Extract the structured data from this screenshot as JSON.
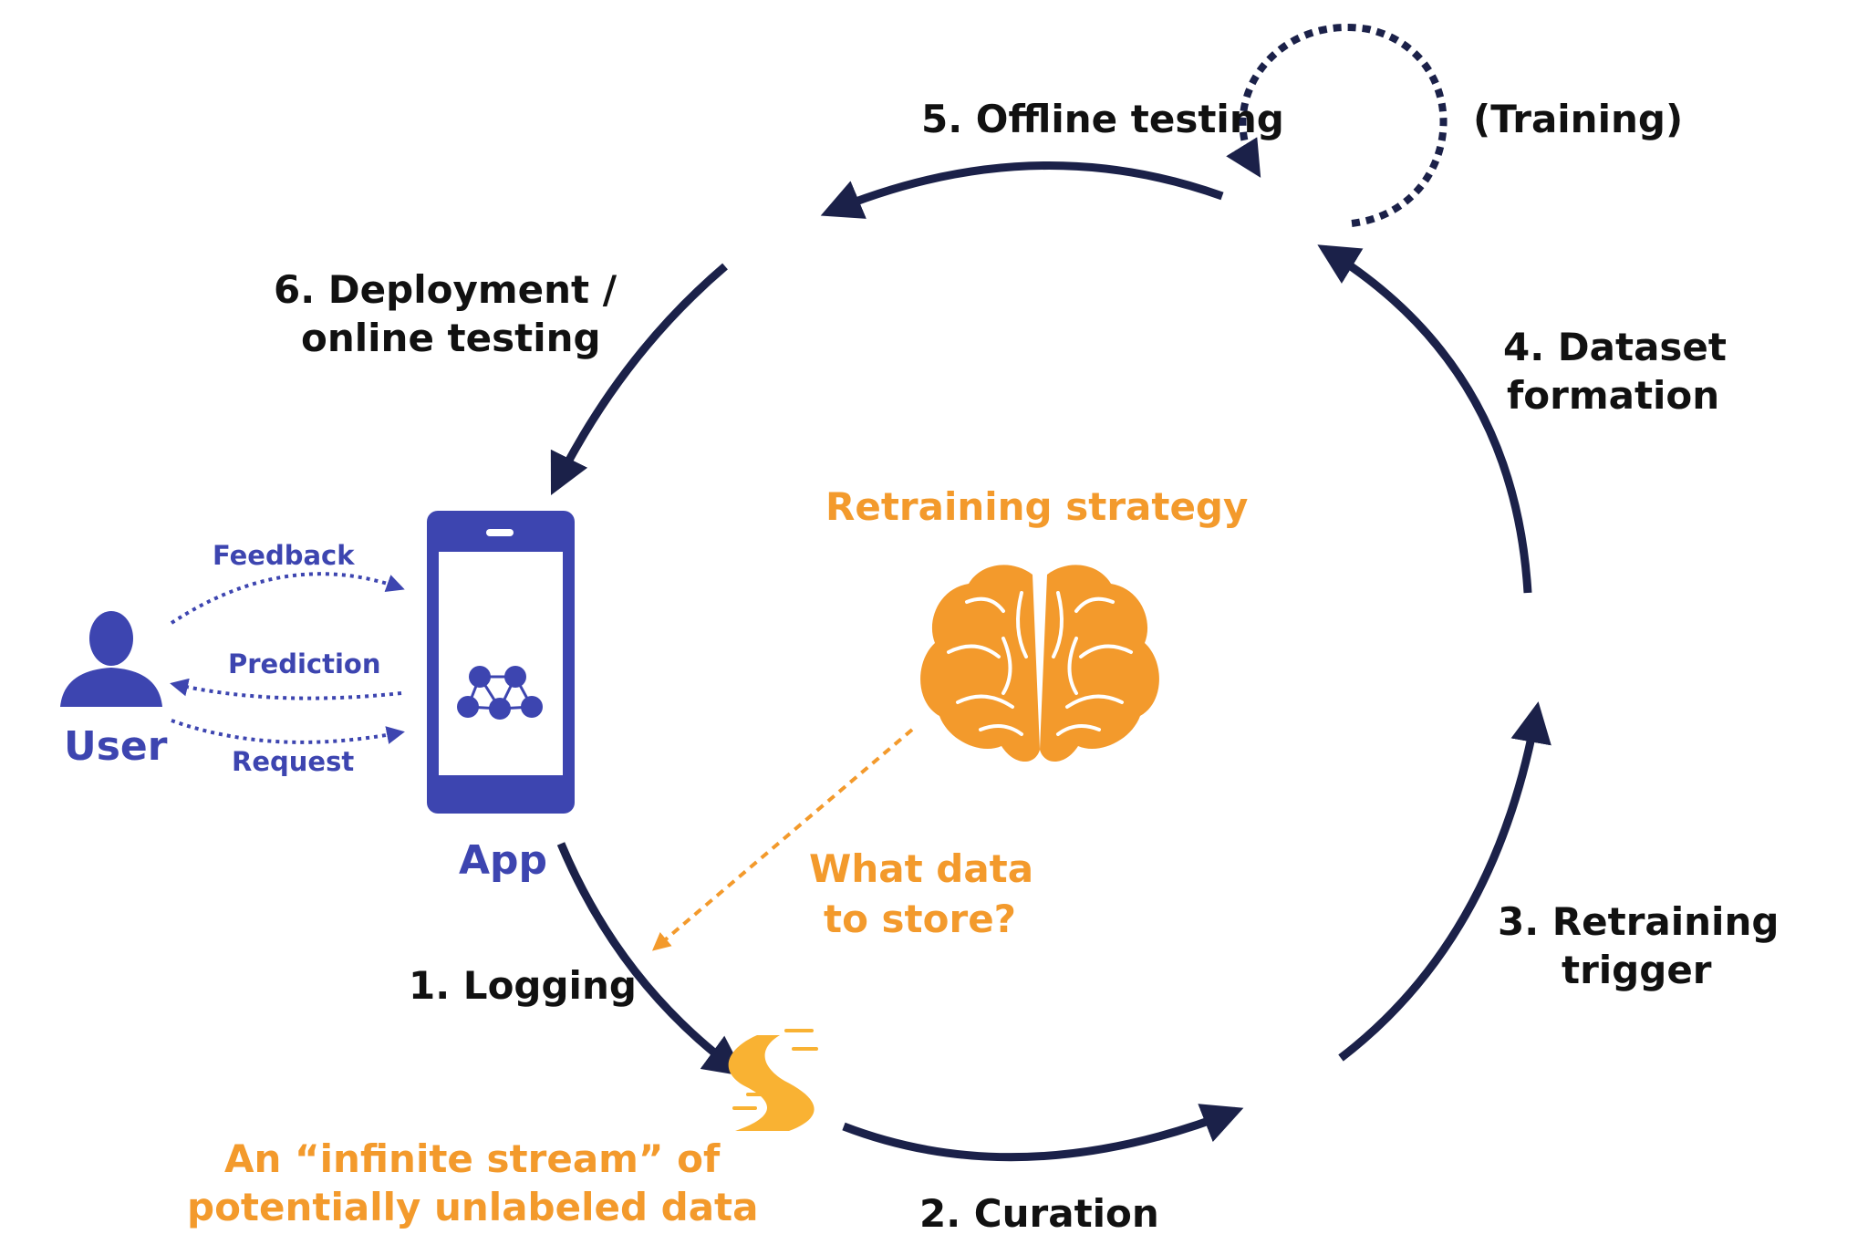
{
  "colors": {
    "arrow": "#1b2149",
    "accent_blue": "#3d45b0",
    "accent_orange": "#f39a2c",
    "stream_orange": "#f9b233",
    "text": "#111111"
  },
  "steps": {
    "logging": "1. Logging",
    "curation": "2. Curation",
    "retraining_trigger": [
      "3. Retraining",
      "trigger"
    ],
    "dataset_formation": [
      "4. Dataset",
      "formation"
    ],
    "offline_testing": "5. Offline testing",
    "training": "(Training)",
    "deployment": [
      "6. Deployment /",
      "online testing"
    ]
  },
  "user": {
    "label": "User",
    "icon": "user-silhouette-icon",
    "links": {
      "feedback": "Feedback",
      "prediction": "Prediction",
      "request": "Request"
    }
  },
  "app": {
    "label": "App",
    "icon": "smartphone-icon",
    "screen_icon": "neural-network-icon"
  },
  "center": {
    "title": "Retraining strategy",
    "icon": "brain-icon",
    "question": [
      "What data",
      "to store?"
    ]
  },
  "stream": {
    "icon": "stream-icon",
    "caption": [
      "An “infinite stream” of",
      "potentially unlabeled data"
    ]
  }
}
